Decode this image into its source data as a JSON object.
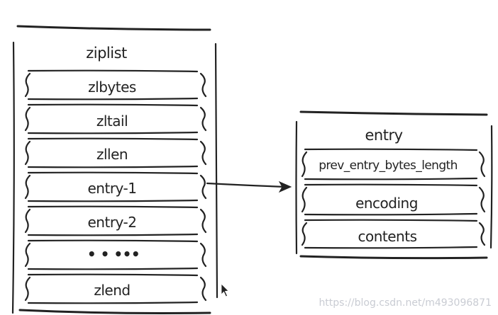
{
  "ziplist": {
    "title": "ziplist",
    "fields": [
      "zlbytes",
      "zltail",
      "zllen",
      "entry-1",
      "entry-2",
      "• • •••",
      "zlend"
    ]
  },
  "entry": {
    "title": "entry",
    "fields": [
      "prev_entry_bytes_length",
      "encoding",
      "contents"
    ]
  },
  "watermark": "https://blog.csdn.net/m493096871",
  "colors": {
    "ink": "#222222",
    "background": "#ffffff",
    "watermark": "#c9ccd3"
  }
}
